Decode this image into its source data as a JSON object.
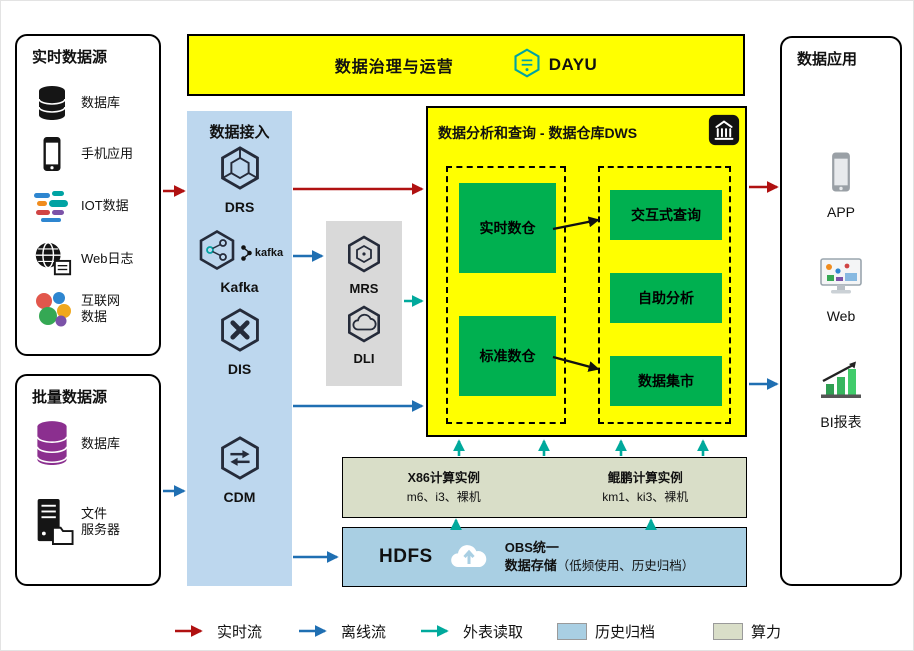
{
  "palette": {
    "realtime_flow": "#B01111",
    "offline_flow": "#1F6FB2",
    "external_read": "#00A99C",
    "archive_fill": "#A9CFE3",
    "compute_fill": "#D9DEC8",
    "ingest_fill": "#BDD7EE",
    "lake_fill": "#D9D9D9",
    "highlight_yellow": "#FFFF00",
    "service_green": "#00B050"
  },
  "governance": {
    "title": "数据治理与运营",
    "logo_text": "DAYU"
  },
  "sources": {
    "realtime": {
      "title": "实时数据源",
      "items": [
        {
          "label": "数据库",
          "icon": "database-icon"
        },
        {
          "label": "手机应用",
          "icon": "phone-icon"
        },
        {
          "label": "IOT数据",
          "icon": "iot-icon"
        },
        {
          "label": "Web日志",
          "icon": "web-log-icon"
        },
        {
          "label": "互联网\n数据",
          "icon": "internet-data-icon"
        }
      ]
    },
    "batch": {
      "title": "批量数据源",
      "items": [
        {
          "label": "数据库",
          "icon": "database-purple-icon"
        },
        {
          "label": "文件\n服务器",
          "icon": "file-server-icon"
        }
      ]
    }
  },
  "ingestion": {
    "title": "数据接入",
    "services": [
      {
        "label": "DRS",
        "icon": "drs-hexagon-icon"
      },
      {
        "label": "Kafka",
        "icon": "kafka-hexagon-icon",
        "wordmark": "kafka"
      },
      {
        "label": "DIS",
        "icon": "dis-hexagon-icon"
      },
      {
        "label": "CDM",
        "icon": "cdm-hexagon-icon"
      }
    ]
  },
  "lake_services": {
    "services": [
      {
        "label": "MRS",
        "icon": "mrs-hexagon-icon"
      },
      {
        "label": "DLI",
        "icon": "dli-hexagon-icon"
      }
    ]
  },
  "dws": {
    "title": "数据分析和查询 - 数据仓库DWS",
    "warehouses": [
      "实时数仓",
      "标准数仓"
    ],
    "analytics": [
      "交互式查询",
      "自助分析",
      "数据集市"
    ]
  },
  "compute": {
    "x86": {
      "title": "X86计算实例",
      "models": "m6、i3、裸机"
    },
    "kunpeng": {
      "title": "鲲鹏计算实例",
      "models": "km1、ki3、裸机"
    }
  },
  "storage": {
    "hdfs_label": "HDFS",
    "obs_line1": "OBS统一",
    "obs_line2": "数据存储",
    "obs_note": "（低频使用、历史归档）"
  },
  "applications": {
    "title": "数据应用",
    "items": [
      {
        "label": "APP",
        "icon": "app-phone-icon"
      },
      {
        "label": "Web",
        "icon": "web-monitor-icon"
      },
      {
        "label": "BI报表",
        "icon": "bi-chart-icon"
      }
    ]
  },
  "legend": {
    "items": [
      {
        "label": "实时流",
        "swatch": "arrow",
        "color": "#B01111"
      },
      {
        "label": "离线流",
        "swatch": "arrow",
        "color": "#1F6FB2"
      },
      {
        "label": "外表读取",
        "swatch": "arrow",
        "color": "#00A99C"
      },
      {
        "label": "历史归档",
        "swatch": "box",
        "color": "#A9CFE3"
      },
      {
        "label": "算力",
        "swatch": "box",
        "color": "#D9DEC8"
      }
    ]
  }
}
